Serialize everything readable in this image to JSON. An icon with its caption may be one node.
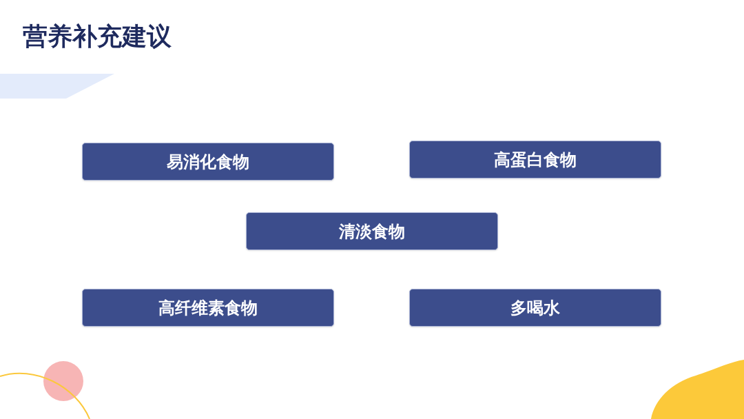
{
  "diagram": {
    "title": "营养补充建议",
    "nodes": [
      {
        "text": [
          "易消化食物"
        ]
      },
      {
        "text": [
          "高蛋白食物"
        ]
      },
      {
        "text": [
          "清淡食物"
        ]
      },
      {
        "text": [
          "高纤维素食物"
        ]
      },
      {
        "text": [
          "多喝水"
        ]
      }
    ]
  }
}
